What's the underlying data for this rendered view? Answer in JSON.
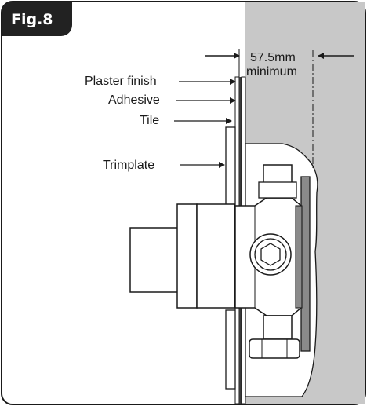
{
  "figure": {
    "label": "Fig.8",
    "label_bg_color": "#222222",
    "wall_color": "#c8c8c8"
  },
  "dimension": {
    "value": "57.5mm",
    "qualifier": "minimum"
  },
  "callouts": {
    "plaster_finish": "Plaster finish",
    "adhesive": "Adhesive",
    "tile": "Tile",
    "trimplate": "Trimplate"
  }
}
